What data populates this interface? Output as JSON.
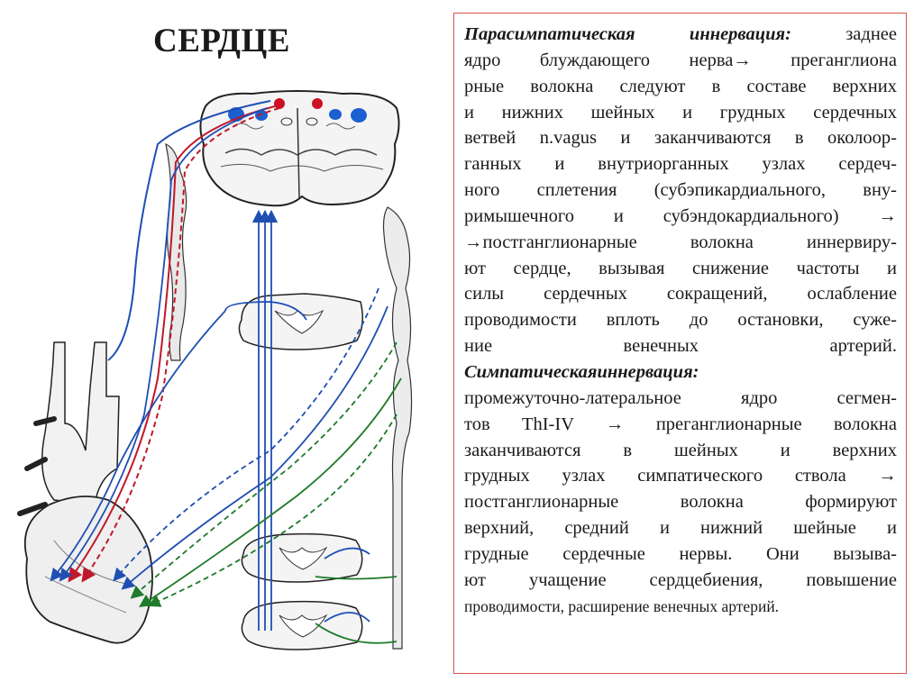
{
  "title": "СЕРДЦЕ",
  "colors": {
    "border": "#d9534f",
    "blue": "#1f4fb3",
    "red": "#c0182a",
    "green": "#1f7a2a",
    "dark_blue_nucleus": "#1c5fd0",
    "red_nucleus": "#cc1122"
  },
  "text": {
    "p1": {
      "heading": "Парасимпатическая иннервация:",
      "l1_rest": " заднее",
      "l2": "ядро блуждающего нерва→ преганглиона",
      "l3": "рные волокна следуют в составе  верхних",
      "l4": " и нижних шейных и грудных  сердечных",
      "l5": "ветвей n.vagus и заканчиваются в околоор-",
      "l6": " ганных и внутриорганных  узлах  сердеч-",
      "l7": "ного  сплетения  (субэпикардиального,  вну-",
      "l8": "римышечного  и  субэндокардиального) →",
      "l9": " →постганглионарные волокна иннервиру-",
      "l10": "ют сердце, вызывая  снижение  частоты  и",
      "l11": "силы сердечных  сокращений,  ослабление",
      "l12": "проводимости вплоть до остановки, суже-",
      "l13": "ние                  венечных                  артерий."
    },
    "p2": {
      "heading_a": "Симпатическая",
      "heading_b": "иннервация:",
      "l2": "промежуточно-латеральное  ядро  сегмен-",
      "l3": "тов ThI-IV   → преганглионарные волокна",
      "l4": "заканчиваются    в   шейных и   верхних",
      "l5": "грудных узлах   симпатического   ствола →",
      "l6": "постганглионарные    волокна   формируют",
      "l7": "верхний,  средний  и  нижний  шейные   и",
      "l8": "грудные  сердечные  нервы.   Они вызыва-",
      "l9": "ют  учащение  сердцебиения,  повышение",
      "l10": "проводимости,  расширение  венечных  артерий."
    }
  }
}
